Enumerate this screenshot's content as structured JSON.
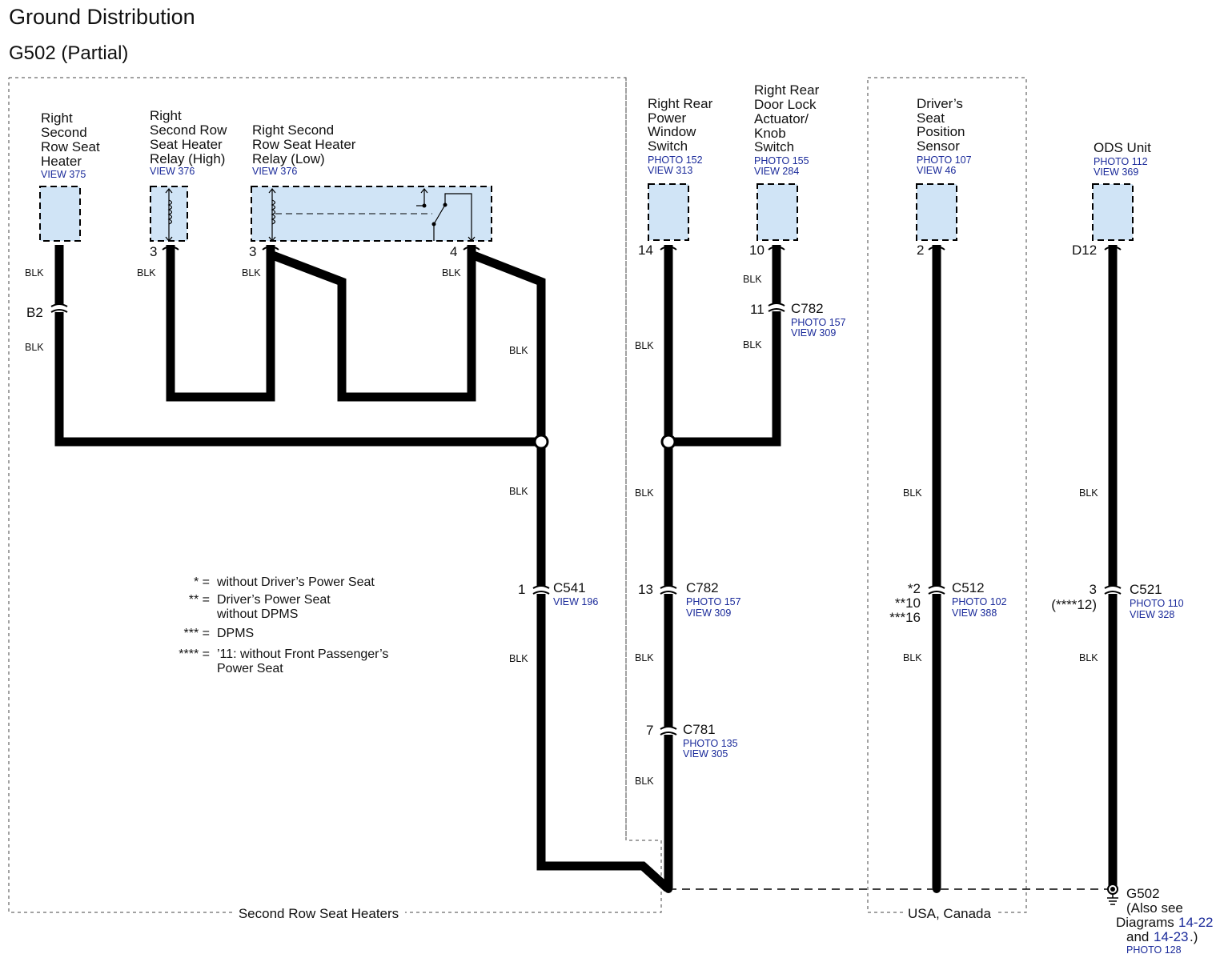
{
  "title": "Ground Distribution",
  "subtitle": "G502 (Partial)",
  "wire_color": "BLK",
  "colors": {
    "component_fill": "#d0e4f6",
    "reference_text": "#1a2a9a",
    "wire": "#000000"
  },
  "components": [
    {
      "name_lines": [
        "Right",
        "Second",
        "Row Seat",
        "Heater"
      ],
      "refs": [
        "VIEW 375"
      ],
      "pin": "B2"
    },
    {
      "name_lines": [
        "Right",
        "Second Row",
        "Seat Heater",
        "Relay (High)"
      ],
      "refs": [
        "VIEW 376"
      ],
      "pin": "3"
    },
    {
      "name_lines": [
        "Right Second",
        "Row Seat Heater",
        "Relay (Low)"
      ],
      "refs": [
        "VIEW 376"
      ],
      "pins": [
        "3",
        "4"
      ]
    },
    {
      "name_lines": [
        "Right Rear",
        "Power",
        "Window",
        "Switch"
      ],
      "refs": [
        "PHOTO 152",
        "VIEW 313"
      ],
      "pin": "14"
    },
    {
      "name_lines": [
        "Right Rear",
        "Door Lock",
        "Actuator/",
        "Knob",
        "Switch"
      ],
      "refs": [
        "PHOTO 155",
        "VIEW 284"
      ],
      "pin": "10"
    },
    {
      "name_lines": [
        "Driver’s",
        "Seat",
        "Position",
        "Sensor"
      ],
      "refs": [
        "PHOTO 107",
        "VIEW 46"
      ],
      "pin": "2"
    },
    {
      "name_lines": [
        "ODS Unit"
      ],
      "refs": [
        "PHOTO 112",
        "VIEW 369"
      ],
      "pin": "D12"
    }
  ],
  "connectors": [
    {
      "id": "C782",
      "pin": "11",
      "refs": [
        "PHOTO 157",
        "VIEW 309"
      ]
    },
    {
      "id": "C541",
      "pin": "1",
      "refs": [
        "VIEW 196"
      ]
    },
    {
      "id": "C782",
      "pin": "13",
      "refs": [
        "PHOTO 157",
        "VIEW 309"
      ]
    },
    {
      "id": "C781",
      "pin": "7",
      "refs": [
        "PHOTO 135",
        "VIEW 305"
      ]
    },
    {
      "id": "C512",
      "pins": [
        "*2",
        "**10",
        "***16"
      ],
      "refs": [
        "PHOTO 102",
        "VIEW 388"
      ]
    },
    {
      "id": "C521",
      "pins": [
        "3",
        "(****12)"
      ],
      "refs": [
        "PHOTO 110",
        "VIEW 328"
      ]
    }
  ],
  "ground": {
    "id": "G502",
    "note_lines": [
      "(Also see",
      "Diagrams",
      "and",
      ".)"
    ],
    "diagram_links": [
      "14-22",
      "14-23"
    ],
    "ref": "PHOTO 128"
  },
  "legend": [
    {
      "key": "* =",
      "lines": [
        "without Driver’s Power Seat"
      ]
    },
    {
      "key": "** =",
      "lines": [
        "Driver’s Power Seat",
        "without DPMS"
      ]
    },
    {
      "key": "*** =",
      "lines": [
        "DPMS"
      ]
    },
    {
      "key": "**** =",
      "lines": [
        "’11: without Front Passenger’s",
        "Power Seat"
      ]
    }
  ],
  "regions": [
    "Second Row Seat Heaters",
    "USA, Canada"
  ]
}
